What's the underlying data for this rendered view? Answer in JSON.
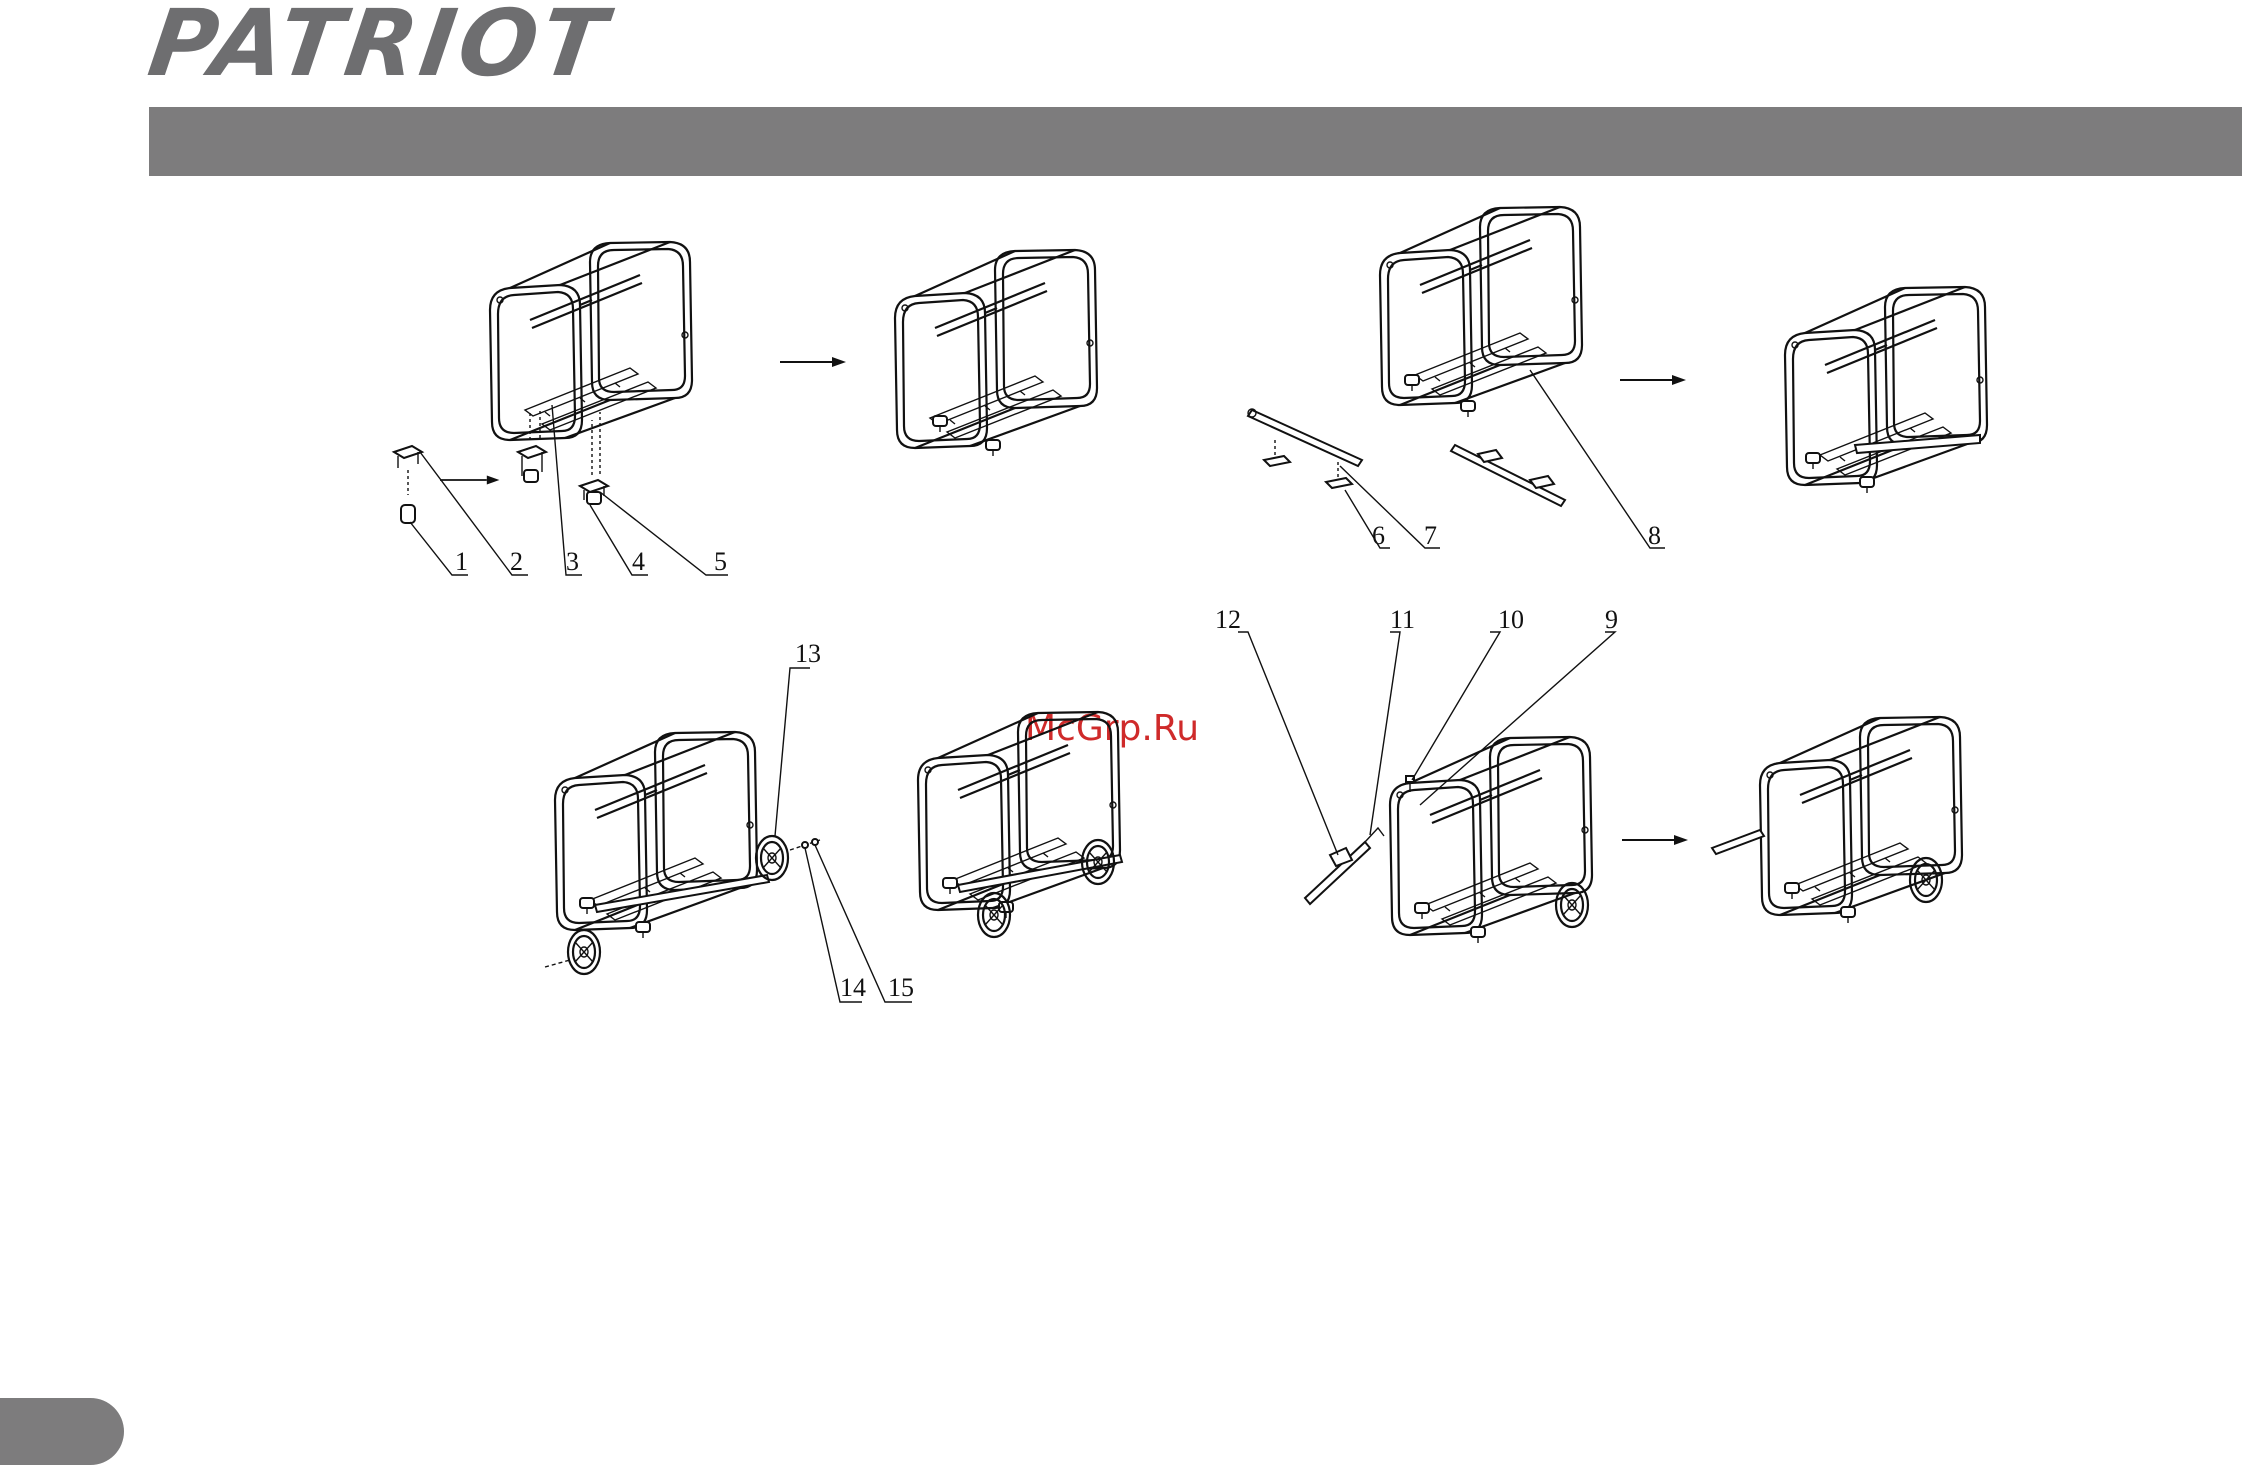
{
  "header": {
    "brand": "PATRIOT",
    "bar_color": "#7d7c7d"
  },
  "watermark": {
    "text": "McGrp.Ru",
    "color": "#cf2a2a"
  },
  "callouts": [
    "1",
    "2",
    "3",
    "4",
    "5",
    "6",
    "7",
    "8",
    "9",
    "10",
    "11",
    "12",
    "13",
    "14",
    "15"
  ],
  "icons": {
    "arrow": "right-arrow-icon",
    "frame": "generator-frame-drawing"
  }
}
